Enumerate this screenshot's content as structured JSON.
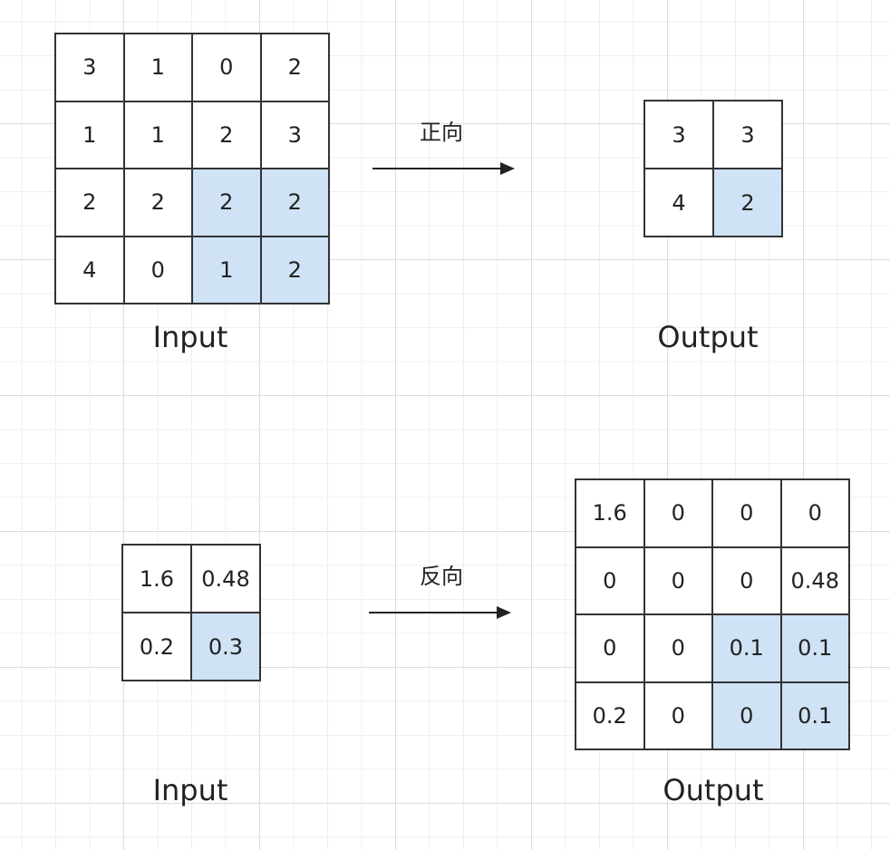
{
  "forward": {
    "input_matrix": [
      [
        "3",
        "1",
        "0",
        "2"
      ],
      [
        "1",
        "1",
        "2",
        "3"
      ],
      [
        "2",
        "2",
        "2",
        "2"
      ],
      [
        "4",
        "0",
        "1",
        "2"
      ]
    ],
    "input_label": "Input",
    "arrow_label": "正向",
    "output_matrix": [
      [
        "3",
        "3"
      ],
      [
        "4",
        "2"
      ]
    ],
    "output_label": "Output"
  },
  "backward": {
    "input_matrix": [
      [
        "1.6",
        "0.48"
      ],
      [
        "0.2",
        "0.3"
      ]
    ],
    "input_label": "Input",
    "arrow_label": "反向",
    "output_matrix": [
      [
        "1.6",
        "0",
        "0",
        "0"
      ],
      [
        "0",
        "0",
        "0",
        "0.48"
      ],
      [
        "0",
        "0",
        "0.1",
        "0.1"
      ],
      [
        "0.2",
        "0",
        "0",
        "0.1"
      ]
    ],
    "output_label": "Output"
  },
  "colors": {
    "highlight": "#cfe2f6",
    "line": "#333333"
  }
}
